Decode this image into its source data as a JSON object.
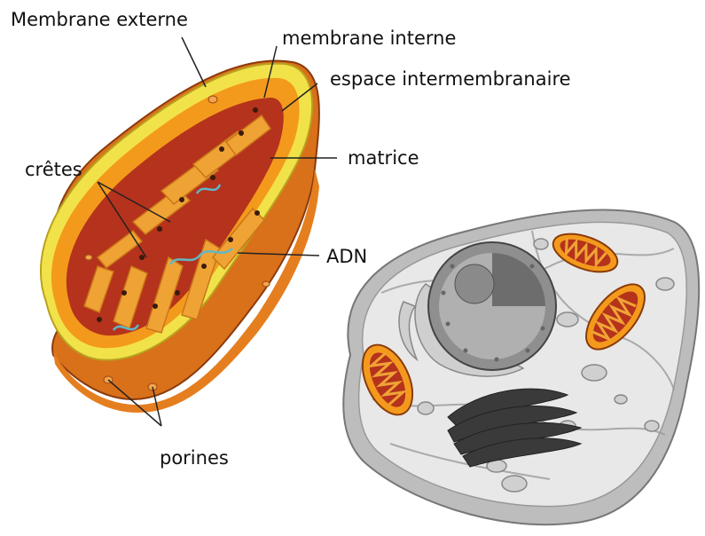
{
  "labels": {
    "outer_membrane": "Membrane externe",
    "inner_membrane": "membrane interne",
    "intermembrane_space": "espace intermembranaire",
    "matrix": "matrice",
    "cristae": "crêtes",
    "dna": "ADN",
    "porins": "porines"
  },
  "colors": {
    "outer_membrane": "#f2e24a",
    "outer_body": "#f39a1c",
    "outer_body_dark": "#d9711a",
    "matrix": "#b5321c",
    "cristae_fill": "#f0a335",
    "dna": "#5fb8c9",
    "cell_gray": "#cfcfcf",
    "cell_dark": "#3a3a3a"
  }
}
